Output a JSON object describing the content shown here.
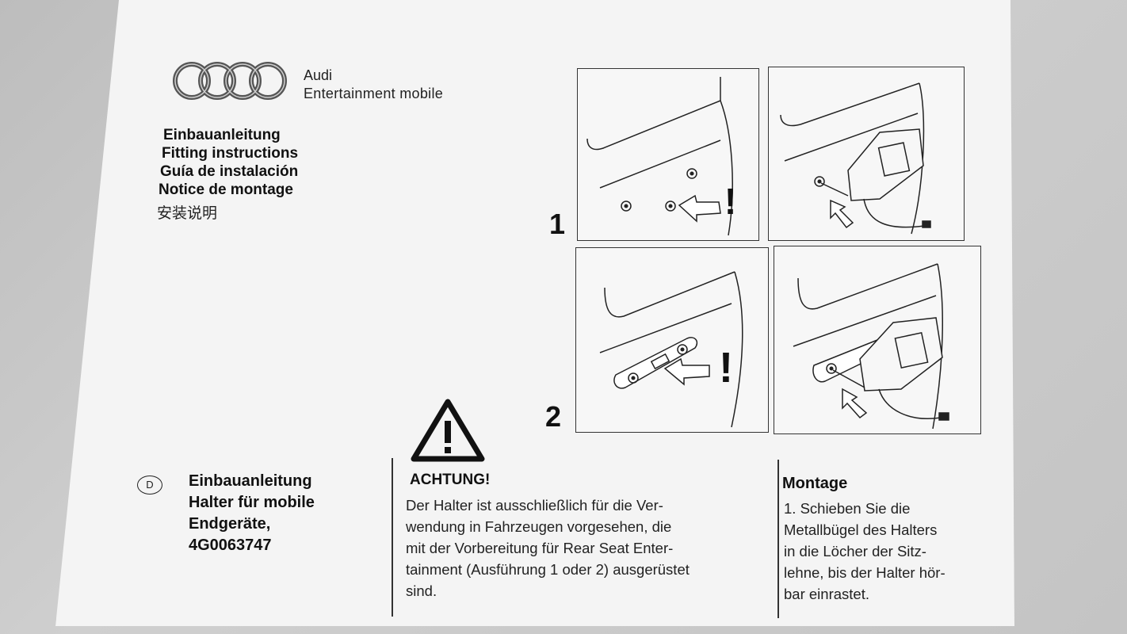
{
  "logo": {
    "brand": "Audi",
    "product": "Entertainment mobile"
  },
  "titles": [
    "Einbauanleitung",
    "Fitting instructions",
    "Guía de instalación",
    "Notice de montage"
  ],
  "title_cn": "安装说明",
  "steps": {
    "step1": "1",
    "step2": "2",
    "warning_mark": "!"
  },
  "section_d": {
    "badge": "D",
    "lines": [
      "Einbauanleitung",
      "Halter für mobile",
      "Endgeräte,",
      "4G0063747"
    ]
  },
  "warning": {
    "heading": "ACHTUNG!",
    "body": "Der Halter ist ausschließlich für die Ver-\nwendung in Fahrzeugen vorgesehen, die\nmit der Vorbereitung für Rear Seat Enter-\ntainment (Ausführung 1 oder 2) ausgerüstet\nsind."
  },
  "montage": {
    "heading": "Montage",
    "body": "1. Schieben Sie die\nMetallbügel des Halters\nin die Löcher der Sitz-\nlehne, bis der Halter hör-\nbar einrastet."
  },
  "colors": {
    "paper": "#f4f4f4",
    "ink": "#111111"
  }
}
